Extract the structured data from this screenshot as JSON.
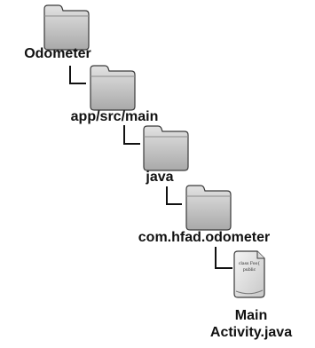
{
  "tree": {
    "nodes": [
      {
        "id": "odometer",
        "kind": "folder",
        "label": "Odometer"
      },
      {
        "id": "app-src-main",
        "kind": "folder",
        "label": "app/src/main"
      },
      {
        "id": "java",
        "kind": "folder",
        "label": "java"
      },
      {
        "id": "com-hfad-odometer",
        "kind": "folder",
        "label": "com.hfad.odometer"
      },
      {
        "id": "main-activity",
        "kind": "file",
        "label_line1": "Main",
        "label_line2": "Activity.java",
        "file_icon_text": "class Foo{ public"
      }
    ],
    "colors": {
      "folder_fill": "#c9c9c9",
      "folder_shade": "#9e9e9e",
      "folder_stroke": "#3a3a3a",
      "connector": "#111111",
      "label": "#111111"
    }
  }
}
